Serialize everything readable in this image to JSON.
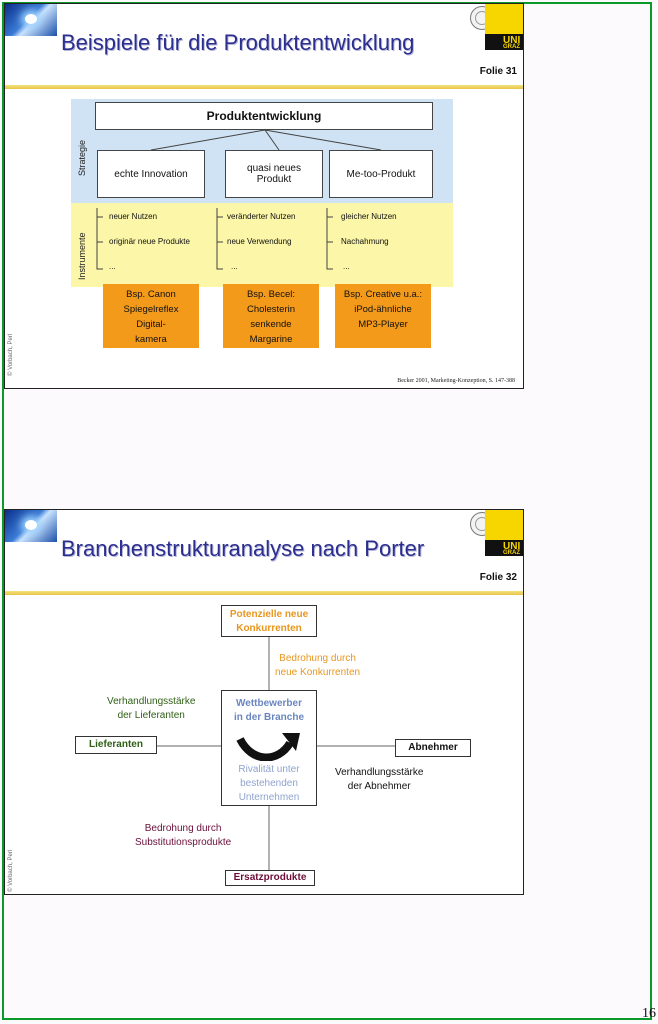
{
  "slide1": {
    "title": "Beispiele für die Produktentwicklung",
    "folie": "Folie 31",
    "copyright": "© Vorbach, Perl",
    "top_box": "Produktentwicklung",
    "band_strategie": "Strategie",
    "band_instrumente": "Instrumente",
    "strategies": [
      "echte Innovation",
      "quasi neues Produkt",
      "Me-too-Produkt"
    ],
    "instruments": [
      [
        "neuer Nutzen",
        "originär neue Produkte",
        "..."
      ],
      [
        "veränderter Nutzen",
        "neue Verwendung",
        "..."
      ],
      [
        "gleicher Nutzen",
        "Nachahmung",
        "..."
      ]
    ],
    "examples": [
      [
        "Bsp. Canon",
        "Spiegelreflex",
        "Digital-",
        "kamera"
      ],
      [
        "Bsp. Becel:",
        "Cholesterin",
        "senkende",
        "Margarine"
      ],
      [
        "Bsp. Creative u.a.:",
        "iPod-ähnliche",
        "MP3-Player"
      ]
    ],
    "source": "Becker 2001, Marketing-Konzeption, S. 147-388",
    "colors": {
      "strategie_band": "#cfe3f5",
      "instrumente_band": "#fbf6a8",
      "example_box": "#f39a1a"
    }
  },
  "slide2": {
    "title": "Branchenstrukturanalyse nach Porter",
    "folie": "Folie 32",
    "copyright": "© Vorbach, Perl",
    "potenzielle": [
      "Potenzielle neue",
      "Konkurrenten"
    ],
    "bedrohung_neue": [
      "Bedrohung durch",
      "neue Konkurrenten"
    ],
    "verhandlung_lief": [
      "Verhandlungsstärke",
      "der Lieferanten"
    ],
    "lieferanten": "Lieferanten",
    "wettbewerber": [
      "Wettbewerber",
      "in der Branche"
    ],
    "rivalitaet": [
      "Rivalität unter",
      "bestehenden",
      "Unternehmen"
    ],
    "abnehmer": "Abnehmer",
    "verhandlung_abn": [
      "Verhandlungsstärke",
      "der Abnehmer"
    ],
    "bedrohung_subst": [
      "Bedrohung durch",
      "Substitutionsprodukte"
    ],
    "ersatz": "Ersatzprodukte",
    "colors": {
      "orange": "#e8961e",
      "green": "#2f5f16",
      "blue": "#6a86c0",
      "maroon": "#6a0f3a"
    }
  },
  "page_number": "16"
}
